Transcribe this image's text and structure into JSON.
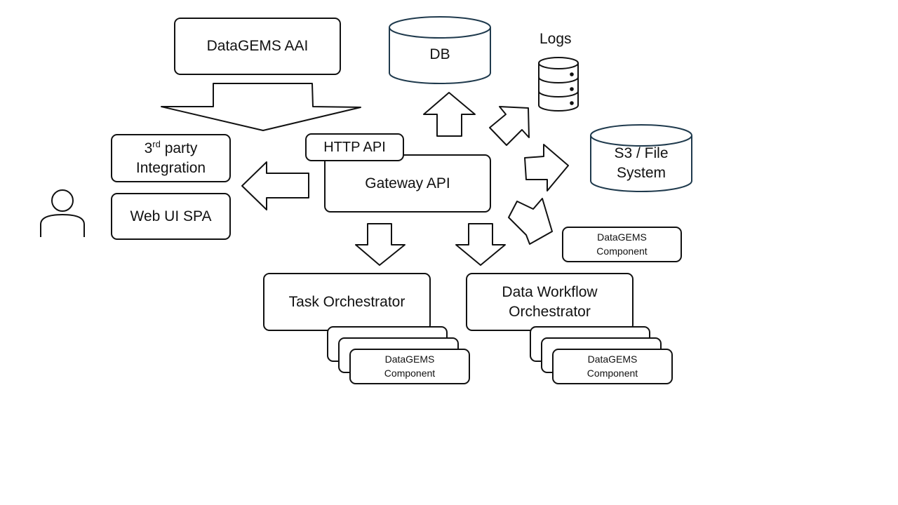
{
  "nodes": {
    "aai": "DataGEMS AAI",
    "db": "DB",
    "logs": "Logs",
    "s3_line1": "S3 / File",
    "s3_line2": "System",
    "third_party_sup": "rd",
    "third_party_prefix": "3",
    "third_party_line1_rest": " party",
    "third_party_line2": "Integration",
    "web_ui": "Web UI SPA",
    "http_api": "HTTP API",
    "gateway_api": "Gateway API",
    "component_right_line1": "DataGEMS",
    "component_right_line2": "Component",
    "task_orchestrator": "Task Orchestrator",
    "dwo_line1": "Data Workflow",
    "dwo_line2": "Orchestrator",
    "stack_label_line1": "DataGEMS",
    "stack_label_line2": "Component"
  },
  "colors": {
    "stroke": "#111111",
    "cylinder_stroke": "#1f3a4d",
    "background": "#ffffff"
  }
}
